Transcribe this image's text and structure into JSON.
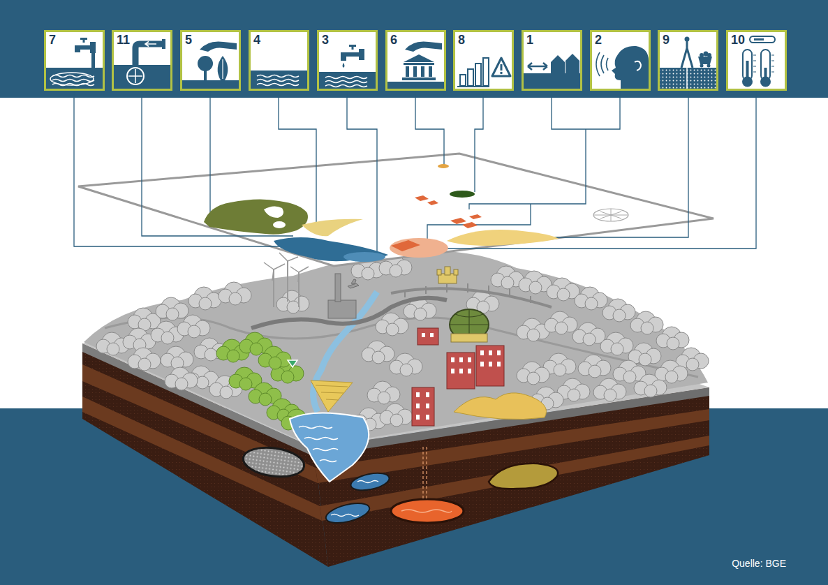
{
  "diagram": {
    "caption": "Quelle: BGE",
    "nodes": [
      {
        "text": [
          "7"
        ]
      },
      {
        "text": [
          "11"
        ]
      },
      {
        "text": [
          "5"
        ]
      },
      {
        "text": [
          "4"
        ]
      },
      {
        "text": [
          "3"
        ]
      },
      {
        "text": [
          "6"
        ]
      },
      {
        "text": [
          "8"
        ]
      },
      {
        "text": [
          "1"
        ]
      },
      {
        "text": [
          "2"
        ]
      },
      {
        "text": [
          "9"
        ]
      },
      {
        "text": [
          "10"
        ]
      }
    ]
  }
}
